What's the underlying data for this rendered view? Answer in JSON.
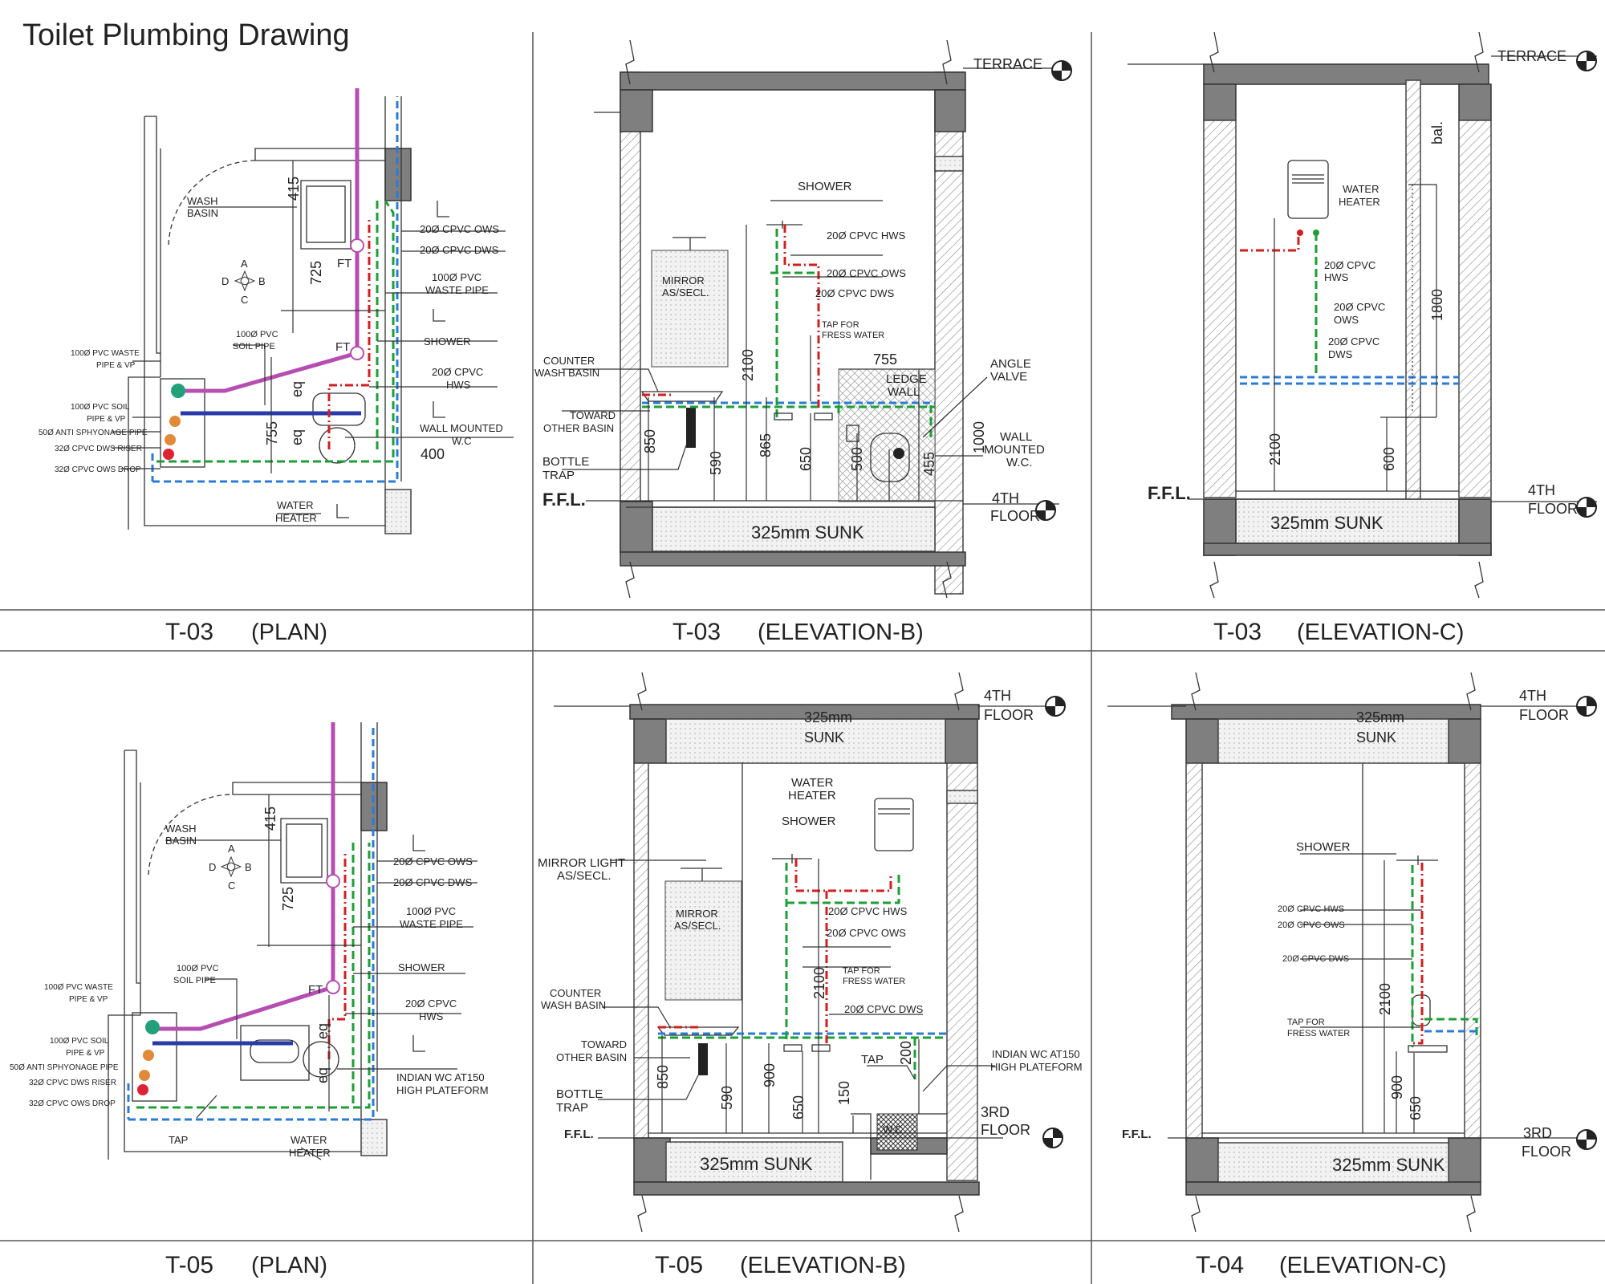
{
  "title": "Toilet Plumbing Drawing",
  "panels": [
    {
      "id": "t03-plan",
      "code": "T-03",
      "view": "(PLAN)"
    },
    {
      "id": "t03-elev-b",
      "code": "T-03",
      "view": "(ELEVATION-B)"
    },
    {
      "id": "t03-elev-c",
      "code": "T-03",
      "view": "(ELEVATION-C)"
    },
    {
      "id": "t05-plan",
      "code": "T-05",
      "view": "(PLAN)"
    },
    {
      "id": "t05-elev-b",
      "code": "T-05",
      "view": "(ELEVATION-B)"
    },
    {
      "id": "t04-elev-c",
      "code": "T-04",
      "view": "(ELEVATION-C)"
    }
  ],
  "colors": {
    "ows": "#1e9e36",
    "hws": "#d11f1f",
    "dws": "#2b7bd6",
    "soil": "#2a3aa8",
    "waste": "#b64db0",
    "wall": "#7f7f7f"
  },
  "plan_t03": {
    "labels": {
      "wash_basin_1": "WASH",
      "wash_basin_2": "BASIN",
      "ows": "20Ø CPVC OWS",
      "dws": "20Ø CPVC DWS",
      "waste_1": "100Ø PVC",
      "waste_2": "WASTE PIPE",
      "shower": "SHOWER",
      "hws_1": "20Ø CPVC",
      "hws_2": "HWS",
      "wc_1": "WALL MOUNTED",
      "wc_2": "W.C",
      "heater_1": "WATER",
      "heater_2": "HEATER",
      "soil_1": "100Ø PVC",
      "soil_2": "SOIL PIPE",
      "waste_vp_1": "100Ø PVC WASTE",
      "waste_vp_2": "PIPE & VP",
      "soil_vp_1": "100Ø PVC SOIL",
      "soil_vp_2": "PIPE & VP",
      "anti": "50Ø ANTI SPHYONAGE PIPE",
      "riser": "32Ø CPVC DWS RISER",
      "drop": "32Ø CPVC OWS DROP",
      "ft1": "FT",
      "ft2": "FT",
      "dim_415": "415",
      "dim_725": "725",
      "dim_755": "755",
      "dim_eq1": "eq",
      "dim_eq2": "eq",
      "dim_400": "400",
      "compass_a": "A",
      "compass_b": "B",
      "compass_c": "C",
      "compass_d": "D"
    }
  },
  "elev_t03_b": {
    "labels": {
      "terrace": "TERRACE",
      "shower": "SHOWER",
      "mirror_1": "MIRROR",
      "mirror_2": "AS/SECL.",
      "hws": "20Ø CPVC HWS",
      "ows": "20Ø CPVC OWS",
      "dws": "20Ø CPVC DWS",
      "tap_1": "TAP FOR",
      "tap_2": "FRESS WATER",
      "counter_1": "COUNTER",
      "counter_2": "WASH BASIN",
      "toward_1": "TOWARD",
      "toward_2": "OTHER BASIN",
      "bottle_1": "BOTTLE",
      "bottle_2": "TRAP",
      "ffl": "F.F.L.",
      "sunk": "325mm SUNK",
      "floor_1": "4TH",
      "floor_2": "FLOOR",
      "angle_1": "ANGLE",
      "angle_2": "VALVE",
      "ledge_1": "LEDGE",
      "ledge_2": "WALL",
      "wc_1": "WALL",
      "wc_2": "MOUNTED",
      "wc_3": "W.C.",
      "d755": "755",
      "d2100": "2100",
      "d850": "850",
      "d590": "590",
      "d865": "865",
      "d650": "650",
      "d500": "500",
      "d455": "455",
      "d1000": "1000"
    }
  },
  "elev_t03_c": {
    "labels": {
      "terrace": "TERRACE",
      "heater_1": "WATER",
      "heater_2": "HEATER",
      "hws_1": "20Ø CPVC",
      "hws_2": "HWS",
      "ows_1": "20Ø CPVC",
      "ows_2": "OWS",
      "dws_1": "20Ø CPVC",
      "dws_2": "DWS",
      "bal": "bal.",
      "d1800": "1800",
      "d2100": "2100",
      "d600": "600",
      "ffl": "F.F.L.",
      "sunk": "325mm SUNK",
      "floor_1": "4TH",
      "floor_2": "FLOOR"
    }
  },
  "plan_t05": {
    "labels": {
      "wash_basin_1": "WASH",
      "wash_basin_2": "BASIN",
      "ows": "20Ø CPVC OWS",
      "dws": "20Ø CPVC DWS",
      "waste_1": "100Ø PVC",
      "waste_2": "WASTE PIPE",
      "shower": "SHOWER",
      "hws_1": "20Ø CPVC",
      "hws_2": "HWS",
      "wc_1": "INDIAN WC AT150",
      "wc_2": "HIGH PLATEFORM",
      "heater_1": "WATER",
      "heater_2": "HEATER",
      "tap": "TAP",
      "soil_1": "100Ø PVC",
      "soil_2": "SOIL PIPE",
      "waste_vp_1": "100Ø PVC WASTE",
      "waste_vp_2": "PIPE & VP",
      "soil_vp_1": "100Ø PVC SOIL",
      "soil_vp_2": "PIPE & VP",
      "anti": "50Ø ANTI SPHYONAGE PIPE",
      "riser": "32Ø CPVC DWS RISER",
      "drop": "32Ø CPVC OWS DROP",
      "ft": "FT",
      "dim_415": "415",
      "dim_725": "725",
      "dim_eq1": "eq",
      "dim_eq2": "eq",
      "compass_a": "A",
      "compass_b": "B",
      "compass_c": "C",
      "compass_d": "D"
    }
  },
  "elev_t05_b": {
    "labels": {
      "floor4_1": "4TH",
      "floor4_2": "FLOOR",
      "sunk_top_1": "325mm",
      "sunk_top_2": "SUNK",
      "heater_1": "WATER",
      "heater_2": "HEATER",
      "shower": "SHOWER",
      "mirror_light_1": "MIRROR LIGHT",
      "mirror_light_2": "AS/SECL.",
      "mirror_1": "MIRROR",
      "mirror_2": "AS/SECL.",
      "hws": "20Ø CPVC HWS",
      "ows": "20Ø CPVC OWS",
      "dws": "20Ø CPVC DWS",
      "tap_1": "TAP FOR",
      "tap_2": "FRESS WATER",
      "counter_1": "COUNTER",
      "counter_2": "WASH BASIN",
      "toward_1": "TOWARD",
      "toward_2": "OTHER BASIN",
      "bottle_1": "BOTTLE",
      "bottle_2": "TRAP",
      "tap": "TAP",
      "wc_1": "INDIAN WC AT150",
      "wc_2": "HIGH PLATEFORM",
      "wc_mark": "W.C",
      "ffl": "F.F.L.",
      "sunk": "325mm SUNK",
      "floor3_1": "3RD",
      "floor3_2": "FLOOR",
      "d2100": "2100",
      "d850": "850",
      "d590": "590",
      "d900": "900",
      "d650": "650",
      "d150": "150",
      "d200": "200"
    }
  },
  "elev_t04_c": {
    "labels": {
      "floor4_1": "4TH",
      "floor4_2": "FLOOR",
      "sunk_top_1": "325mm",
      "sunk_top_2": "SUNK",
      "shower": "SHOWER",
      "hws": "20Ø CPVC HWS",
      "ows": "20Ø CPVC OWS",
      "dws": "20Ø CPVC DWS",
      "tap_1": "TAP FOR",
      "tap_2": "FRESS WATER",
      "d2100": "2100",
      "d900": "900",
      "d650": "650",
      "ffl": "F.F.L.",
      "sunk": "325mm SUNK",
      "floor3_1": "3RD",
      "floor3_2": "FLOOR"
    }
  }
}
